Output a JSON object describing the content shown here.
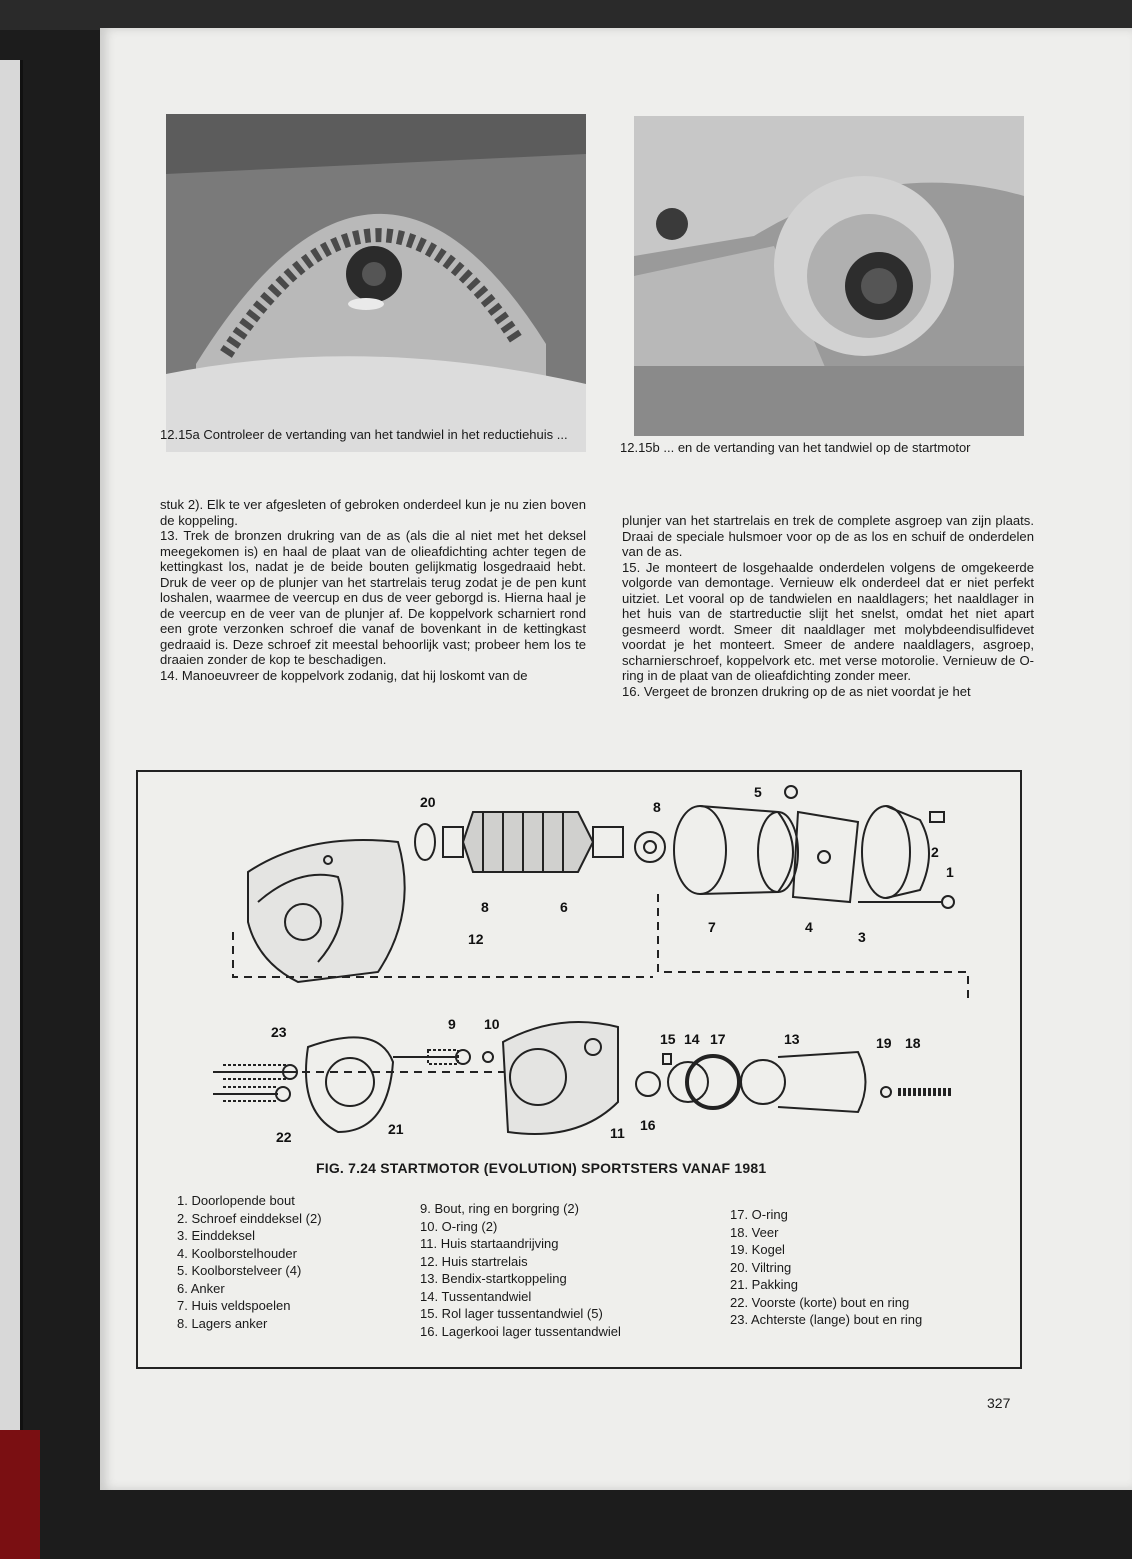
{
  "captions": {
    "left": "12.15a Controleer de vertanding van het tandwiel in het reductiehuis ...",
    "right": "12.15b ... en de vertanding van het tandwiel op de startmotor"
  },
  "left_column": [
    "stuk 2). Elk te ver afgesleten of gebroken onderdeel kun je nu zien boven de koppeling.",
    "13. Trek de bronzen drukring van de as (als die al niet met het deksel meegekomen is) en haal de plaat van de olieafdichting achter tegen de kettingkast los, nadat je de beide bouten gelijkmatig losgedraaid hebt. Druk de veer op de plunjer van het startrelais terug zodat je de pen kunt loshalen, waarmee de veercup en dus de veer geborgd is. Hierna haal je de veercup en de veer van de plunjer af. De koppelvork scharniert rond een grote verzonken schroef die vanaf de bovenkant in de kettingkast gedraaid is. Deze schroef zit meestal behoorlijk vast; probeer hem los te draaien zonder de kop te beschadigen.",
    "14. Manoeuvreer de koppelvork zodanig, dat hij loskomt van de"
  ],
  "right_column": [
    "plunjer van het startrelais en trek de complete asgroep van zijn plaats. Draai de speciale hulsmoer voor op de as los en schuif de onderdelen van de as.",
    "15. Je monteert de losgehaalde onderdelen volgens de omgekeerde volgorde van demontage. Vernieuw elk onderdeel dat er niet perfekt uitziet. Let vooral op de tandwielen en naaldlagers; het naaldlager in het huis van de startreductie slijt het snelst, omdat het niet apart gesmeerd wordt. Smeer dit naaldlager met molybdeendisulfidevet voordat je het monteert. Smeer de andere naaldlagers, asgroep, scharnierschroef, koppelvork etc. met verse motorolie. Vernieuw de O-ring in de plaat van de olieafdichting zonder meer.",
    "16. Vergeet de bronzen drukring op de as niet voordat je het"
  ],
  "figure": {
    "title": "FIG. 7.24 STARTMOTOR (EVOLUTION) SPORTSTERS  VANAF 1981",
    "callouts": [
      "20",
      "8",
      "5",
      "2",
      "1",
      "8",
      "6",
      "7",
      "4",
      "3",
      "12",
      "23",
      "9",
      "10",
      "15",
      "14",
      "17",
      "13",
      "19",
      "18",
      "16",
      "22",
      "21",
      "11"
    ],
    "legend_col1": [
      "1. Doorlopende bout",
      "2. Schroef einddeksel (2)",
      "3. Einddeksel",
      "4. Koolborstelhouder",
      "5. Koolborstelveer (4)",
      "6. Anker",
      "7. Huis veldspoelen",
      "8. Lagers anker"
    ],
    "legend_col2": [
      "9. Bout, ring en borgring (2)",
      "10. O-ring (2)",
      "11. Huis startaandrijving",
      "12. Huis startrelais",
      "13. Bendix-startkoppeling",
      "14. Tussentandwiel",
      "15. Rol lager tussentandwiel (5)",
      "16. Lagerkooi lager tussentandwiel"
    ],
    "legend_col3": [
      "17. O-ring",
      "18. Veer",
      "19. Kogel",
      "20. Viltring",
      "21. Pakking",
      "22. Voorste (korte) bout en ring",
      "23. Achterste (lange) bout en ring"
    ]
  },
  "page_number": "327"
}
